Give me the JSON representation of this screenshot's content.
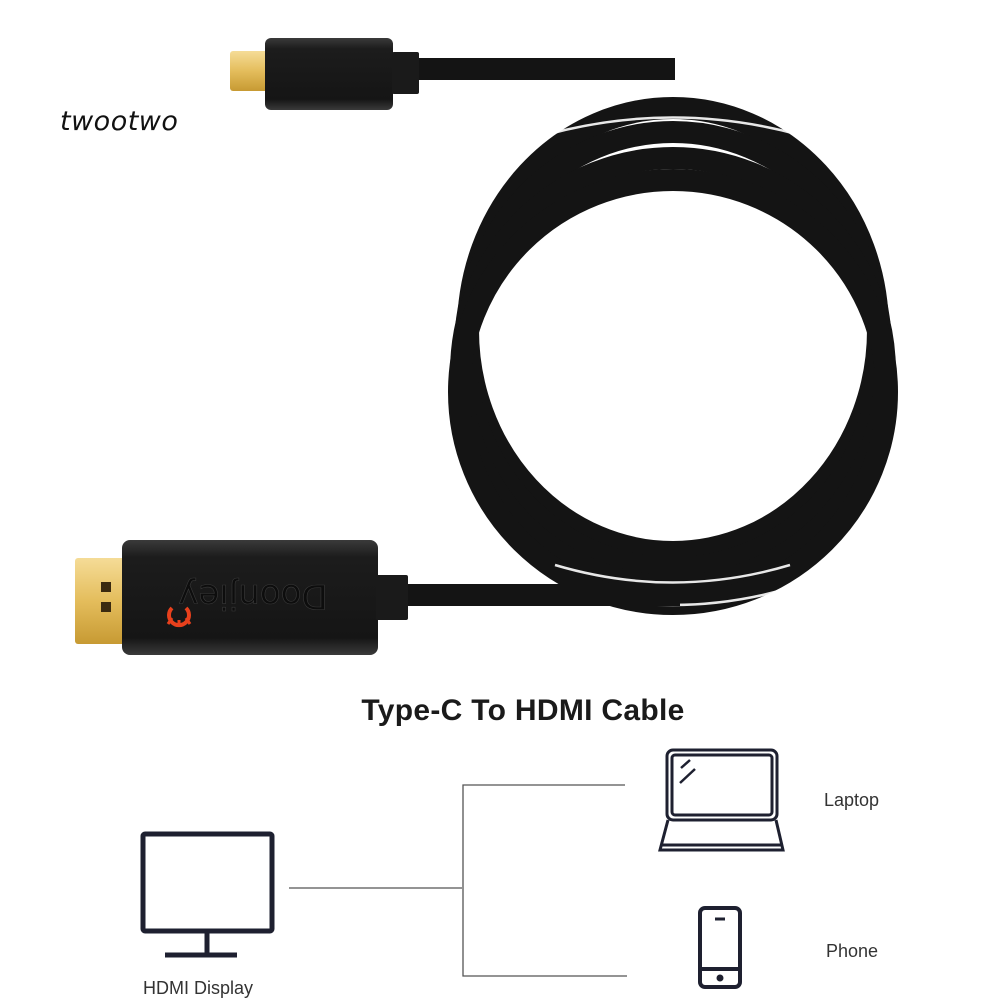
{
  "watermark": {
    "text": "twootwo"
  },
  "product": {
    "brand_logo_text": "Doonjiey",
    "connector_a": "USB Type-C",
    "connector_b": "HDMI",
    "cable_color": "#111111",
    "connector_gold": "#e8c46a",
    "logo_accent": "#e8401c"
  },
  "title": {
    "text": "Type-C To HDMI Cable"
  },
  "diagram": {
    "source": {
      "label": "HDMI Display",
      "icon": "monitor-icon"
    },
    "targets": [
      {
        "label": "Laptop",
        "icon": "laptop-icon"
      },
      {
        "label": "Phone",
        "icon": "phone-icon"
      }
    ],
    "line_color": "#555555",
    "icon_color": "#1e2030"
  }
}
